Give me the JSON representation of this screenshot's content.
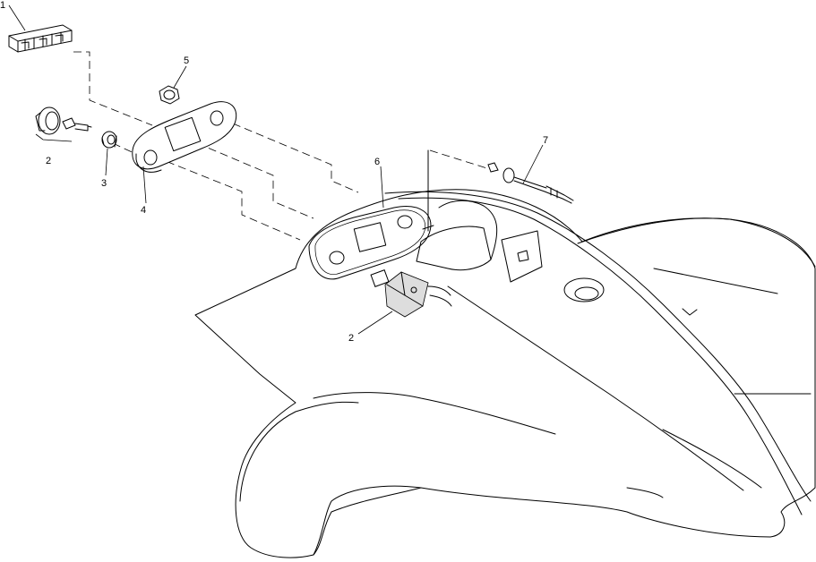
{
  "callouts": [
    {
      "id": "callout-1",
      "label": "1",
      "part": "switch-bracket"
    },
    {
      "id": "callout-2-top",
      "label": "2",
      "part": "ignition-switch-with-key"
    },
    {
      "id": "callout-3",
      "label": "3",
      "part": "nut"
    },
    {
      "id": "callout-4",
      "label": "4",
      "part": "switch-plate"
    },
    {
      "id": "callout-5",
      "label": "5",
      "part": "nut"
    },
    {
      "id": "callout-6",
      "label": "6",
      "part": "plate-on-fender"
    },
    {
      "id": "callout-7",
      "label": "7",
      "part": "bolt-assembly"
    },
    {
      "id": "callout-2-bottom",
      "label": "2",
      "part": "switch-body"
    }
  ]
}
